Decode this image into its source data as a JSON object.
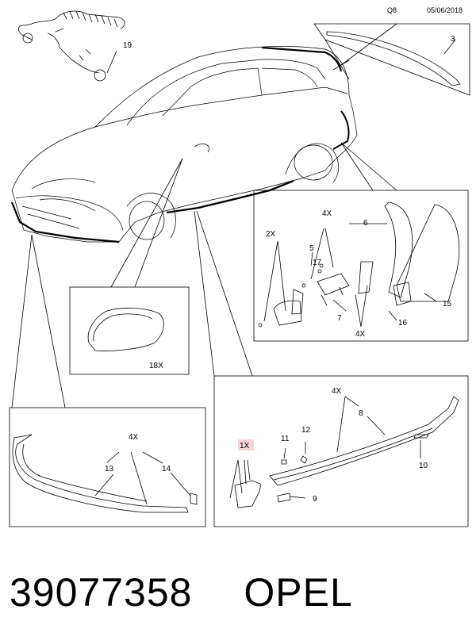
{
  "header": {
    "code": "Q8",
    "date": "05/06/2018"
  },
  "callouts": {
    "c3": "3",
    "c19": "19",
    "c18": "18X",
    "c2x": "2X",
    "c4x_top": "4X",
    "c6": "6",
    "c5": "5",
    "c17": "17",
    "c7": "7",
    "c4x_bottom": "4X",
    "c16": "16",
    "c15": "15",
    "c4x_front": "4X",
    "c13": "13",
    "c14": "14",
    "c4x_side": "4X",
    "c8": "8",
    "c11": "11",
    "c12": "12",
    "c1x": "1X",
    "c10": "10",
    "c9": "9"
  },
  "footer": {
    "part_number": "39077358",
    "brand": "OPEL"
  }
}
